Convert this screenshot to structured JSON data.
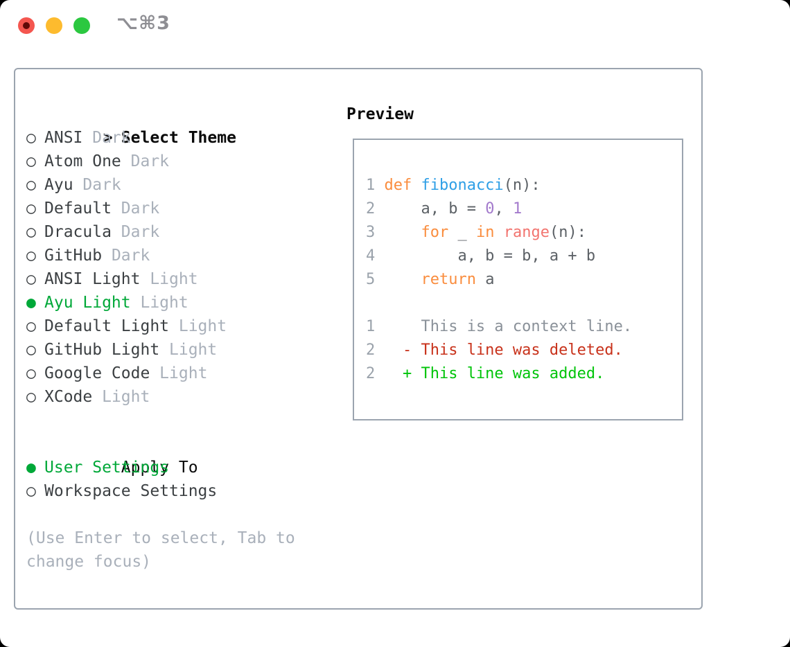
{
  "window": {
    "shortcut": "⌥⌘3"
  },
  "traffic_lights": [
    {
      "name": "close",
      "color": "#F4564F",
      "dot": "#600907"
    },
    {
      "name": "minimize",
      "color": "#FDBB2E"
    },
    {
      "name": "maximize",
      "color": "#2BC840"
    }
  ],
  "theme_panel": {
    "title_prefix": ">",
    "title": "Select Theme",
    "themes": [
      {
        "name": "ANSI",
        "variant": "Dark",
        "selected": false
      },
      {
        "name": "Atom One",
        "variant": "Dark",
        "selected": false
      },
      {
        "name": "Ayu",
        "variant": "Dark",
        "selected": false
      },
      {
        "name": "Default",
        "variant": "Dark",
        "selected": false
      },
      {
        "name": "Dracula",
        "variant": "Dark",
        "selected": false
      },
      {
        "name": "GitHub",
        "variant": "Dark",
        "selected": false
      },
      {
        "name": "ANSI Light",
        "variant": "Light",
        "selected": false
      },
      {
        "name": "Ayu Light",
        "variant": "Light",
        "selected": true
      },
      {
        "name": "Default Light",
        "variant": "Light",
        "selected": false
      },
      {
        "name": "GitHub Light",
        "variant": "Light",
        "selected": false
      },
      {
        "name": "Google Code",
        "variant": "Light",
        "selected": false
      },
      {
        "name": "XCode",
        "variant": "Light",
        "selected": false
      }
    ],
    "apply_to": {
      "title": "Apply To",
      "options": [
        {
          "label": "User Settings",
          "selected": true
        },
        {
          "label": "Workspace Settings",
          "selected": false
        }
      ]
    },
    "hint": "(Use Enter to select, Tab to change focus)"
  },
  "preview": {
    "title": "Preview",
    "python": [
      {
        "num": "1",
        "segs": [
          [
            "def ",
            "kw"
          ],
          [
            "fibonacci",
            "fn"
          ],
          [
            "(n):",
            "fg"
          ]
        ]
      },
      {
        "num": "2",
        "segs": [
          [
            "    a, b = ",
            "fg"
          ],
          [
            "0",
            "num"
          ],
          [
            ", ",
            "fg"
          ],
          [
            "1",
            "num"
          ]
        ]
      },
      {
        "num": "3",
        "segs": [
          [
            "    ",
            "fg"
          ],
          [
            "for",
            "kw"
          ],
          [
            " _ ",
            "fg"
          ],
          [
            "in",
            "kw"
          ],
          [
            " ",
            "fg"
          ],
          [
            "range",
            "call"
          ],
          [
            "(n):",
            "fg"
          ]
        ]
      },
      {
        "num": "4",
        "segs": [
          [
            "        a, b = b, a + b",
            "fg"
          ]
        ]
      },
      {
        "num": "5",
        "segs": [
          [
            "    ",
            "fg"
          ],
          [
            "return",
            "kw"
          ],
          [
            " a",
            "fg"
          ]
        ]
      }
    ],
    "diff": [
      {
        "num": "1",
        "segs": [
          [
            "    This is a context line.",
            "ctx"
          ]
        ]
      },
      {
        "num": "2",
        "segs": [
          [
            "  - This line was deleted.",
            "del"
          ]
        ]
      },
      {
        "num": "2",
        "segs": [
          [
            "  + This line was added.",
            "add"
          ]
        ]
      }
    ]
  },
  "colors": {
    "panel_border": "#9BA4AF",
    "item_fg": "#3C4043",
    "muted": "#A9B0BA",
    "ui_green": "#00A838",
    "title_black": "#0A0A0A",
    "shortcut": "#8E8E93",
    "ln": "#9AA2AB",
    "fg": "#5C6166",
    "kw": "#FA8D3E",
    "fn": "#2E9FE6",
    "call": "#F2746F",
    "num": "#A37ACC",
    "ctx": "#8A9199",
    "del": "#C8321B",
    "add": "#00C40A"
  }
}
